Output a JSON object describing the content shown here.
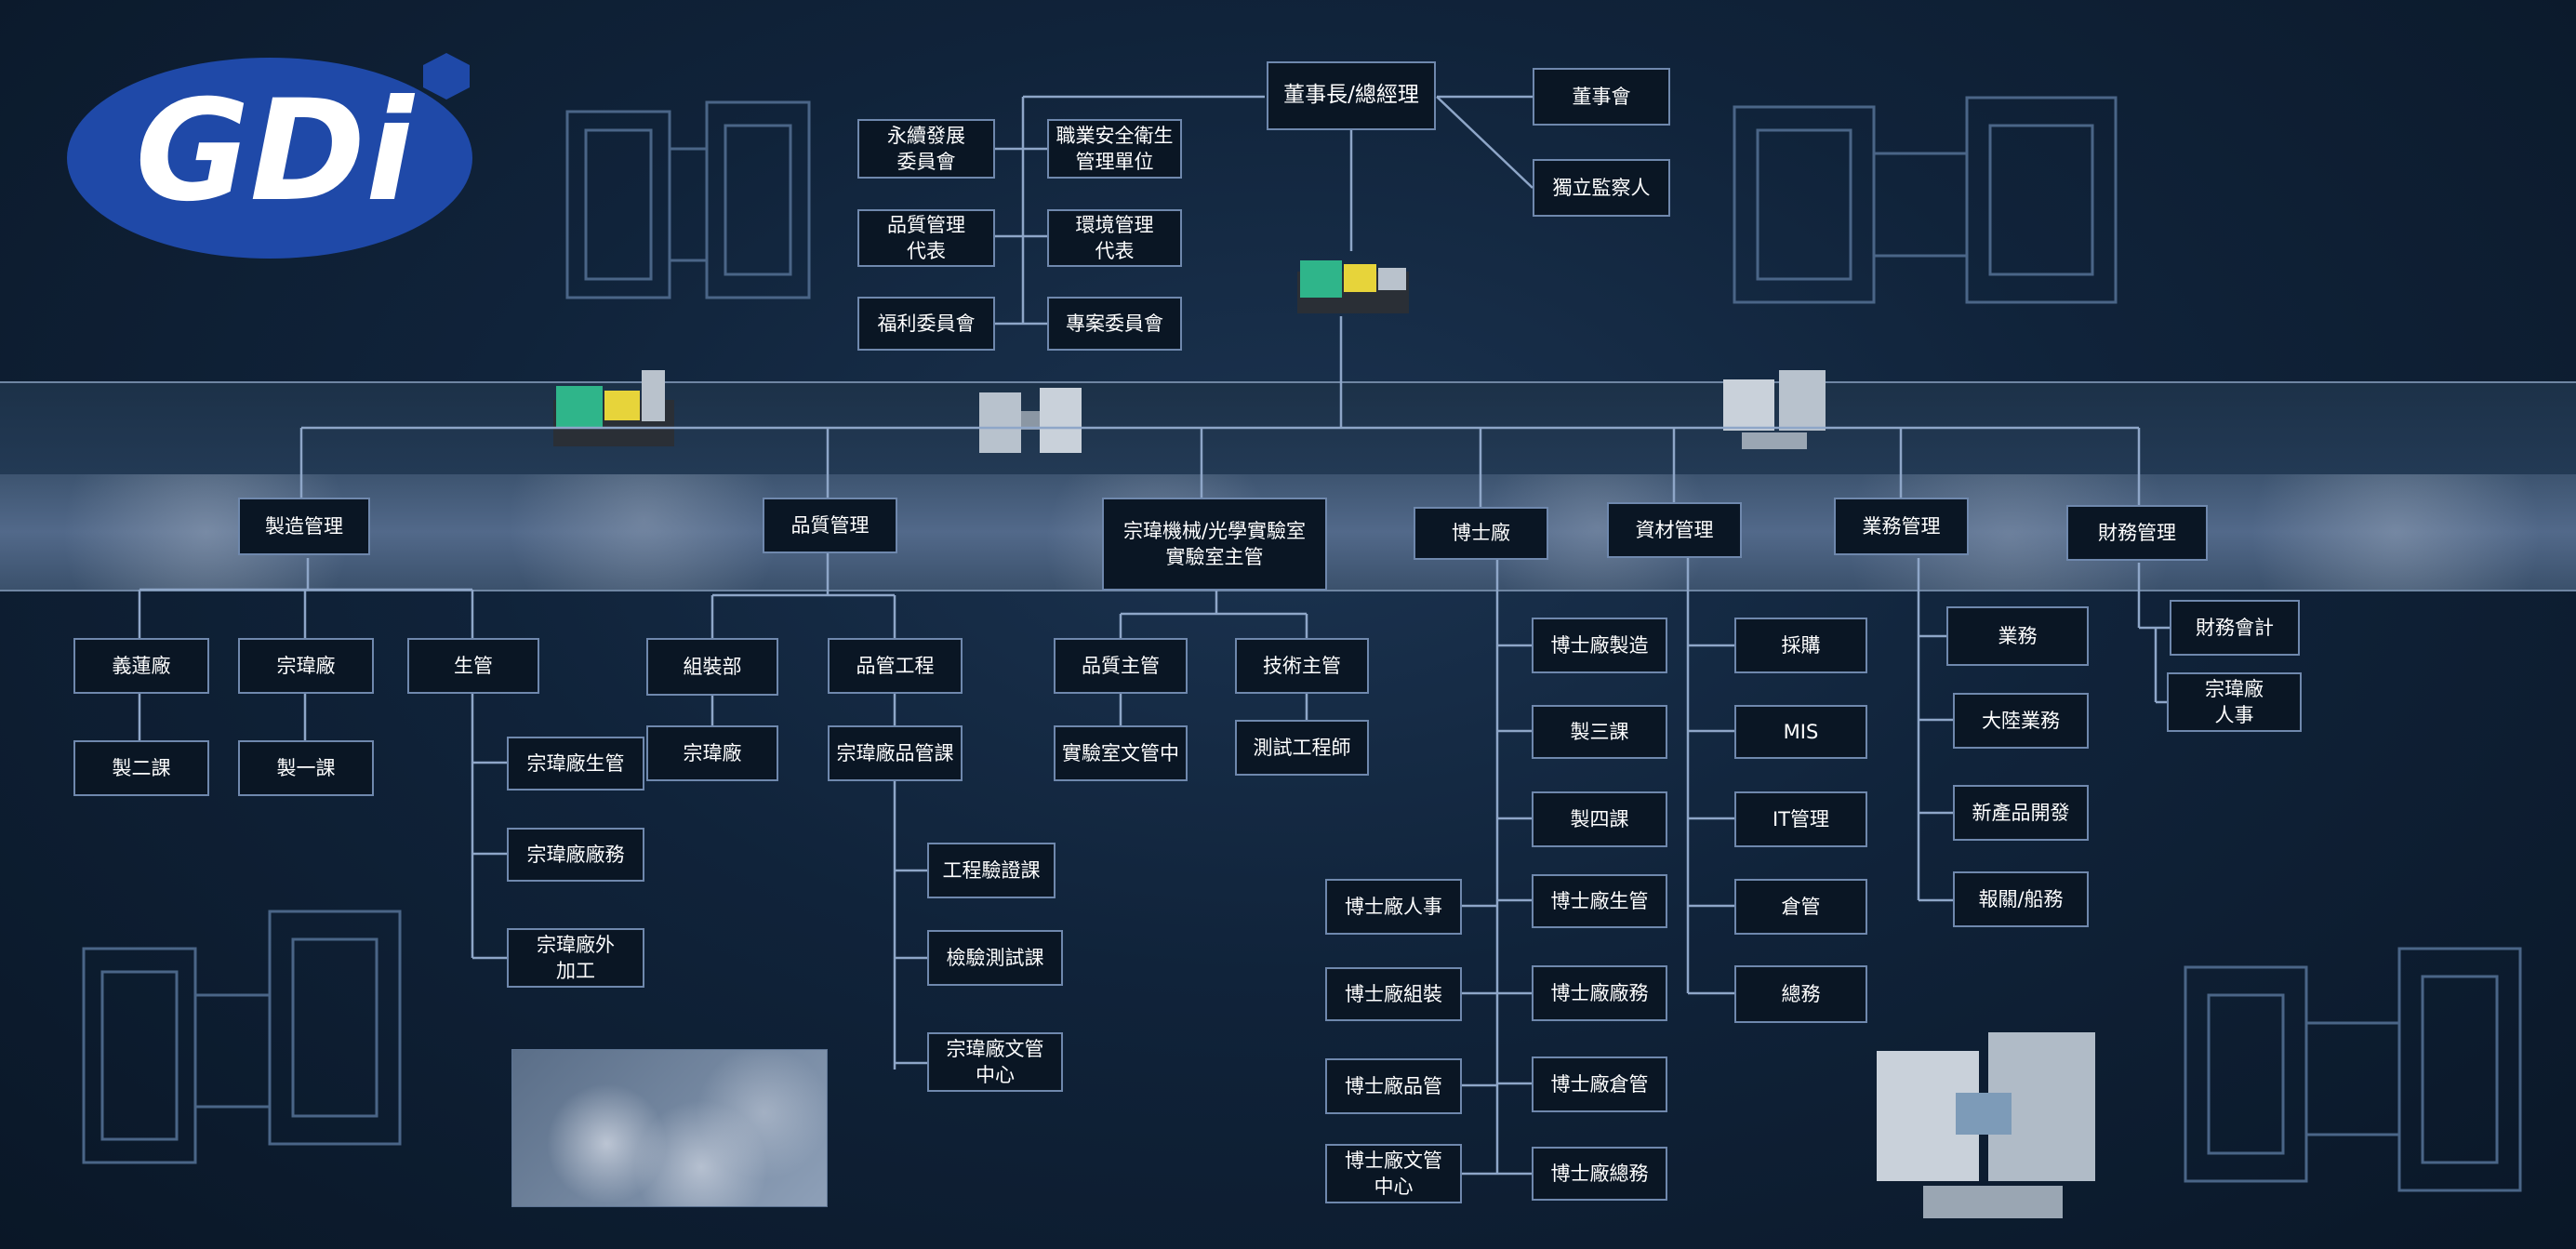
{
  "logo": {
    "text": "GDi",
    "color": "#1f49a8"
  },
  "colors": {
    "line": "#8ea6c8",
    "node_border": "#6f88ad",
    "node_fill": "#0a1624"
  },
  "nodes": {
    "chairman": "董事長/總經理",
    "board": "董事會",
    "supervisor": "獨立監察人",
    "sustainability": "永續發展\n委員會",
    "safety": "職業安全衛生\n管理單位",
    "quality_rep": "品質管理\n代表",
    "env_rep": "環境管理\n代表",
    "welfare": "福利委員會",
    "project": "專案委員會",
    "mfg_mgmt": "製造管理",
    "qa_mgmt": "品質管理",
    "lab_mgr": "宗瑋機械/光學實驗室\n實驗室主管",
    "boshi": "博士廠",
    "material": "資材管理",
    "business": "業務管理",
    "finance": "財務管理",
    "yilian": "義蓮廠",
    "zongwei_plant": "宗瑋廠",
    "prod_ctrl": "生管",
    "mfg2": "製二課",
    "mfg1": "製一課",
    "zw_prod_ctrl": "宗瑋廠生管",
    "zw_plant_affairs": "宗瑋廠廠務",
    "zw_outsource": "宗瑋廠外\n加工",
    "assembly": "組裝部",
    "qc_eng": "品管工程",
    "zw_assembly": "宗瑋廠",
    "zw_qc": "宗瑋廠品管課",
    "eng_verify": "工程驗證課",
    "inspect_test": "檢驗測試課",
    "zw_doc": "宗瑋廠文管\n中心",
    "quality_head": "品質主管",
    "tech_head": "技術主管",
    "lab_doc": "實驗室文管中",
    "test_eng": "測試工程師",
    "bs_mfg": "博士廠製造",
    "mfg3": "製三課",
    "mfg4": "製四課",
    "bs_prod_ctrl": "博士廠生管",
    "bs_affairs": "博士廠廠務",
    "bs_warehouse": "博士廠倉管",
    "bs_general": "博士廠總務",
    "bs_hr": "博士廠人事",
    "bs_assembly": "博士廠組裝",
    "bs_qc": "博士廠品管",
    "bs_doc": "博士廠文管\n中心",
    "purchase": "採購",
    "mis": "MIS",
    "it": "IT管理",
    "warehouse": "倉管",
    "general": "總務",
    "sales": "業務",
    "china_sales": "大陸業務",
    "new_product": "新產品開發",
    "customs": "報關/船務",
    "accounting": "財務會計",
    "zw_hr": "宗瑋廠\n人事"
  }
}
